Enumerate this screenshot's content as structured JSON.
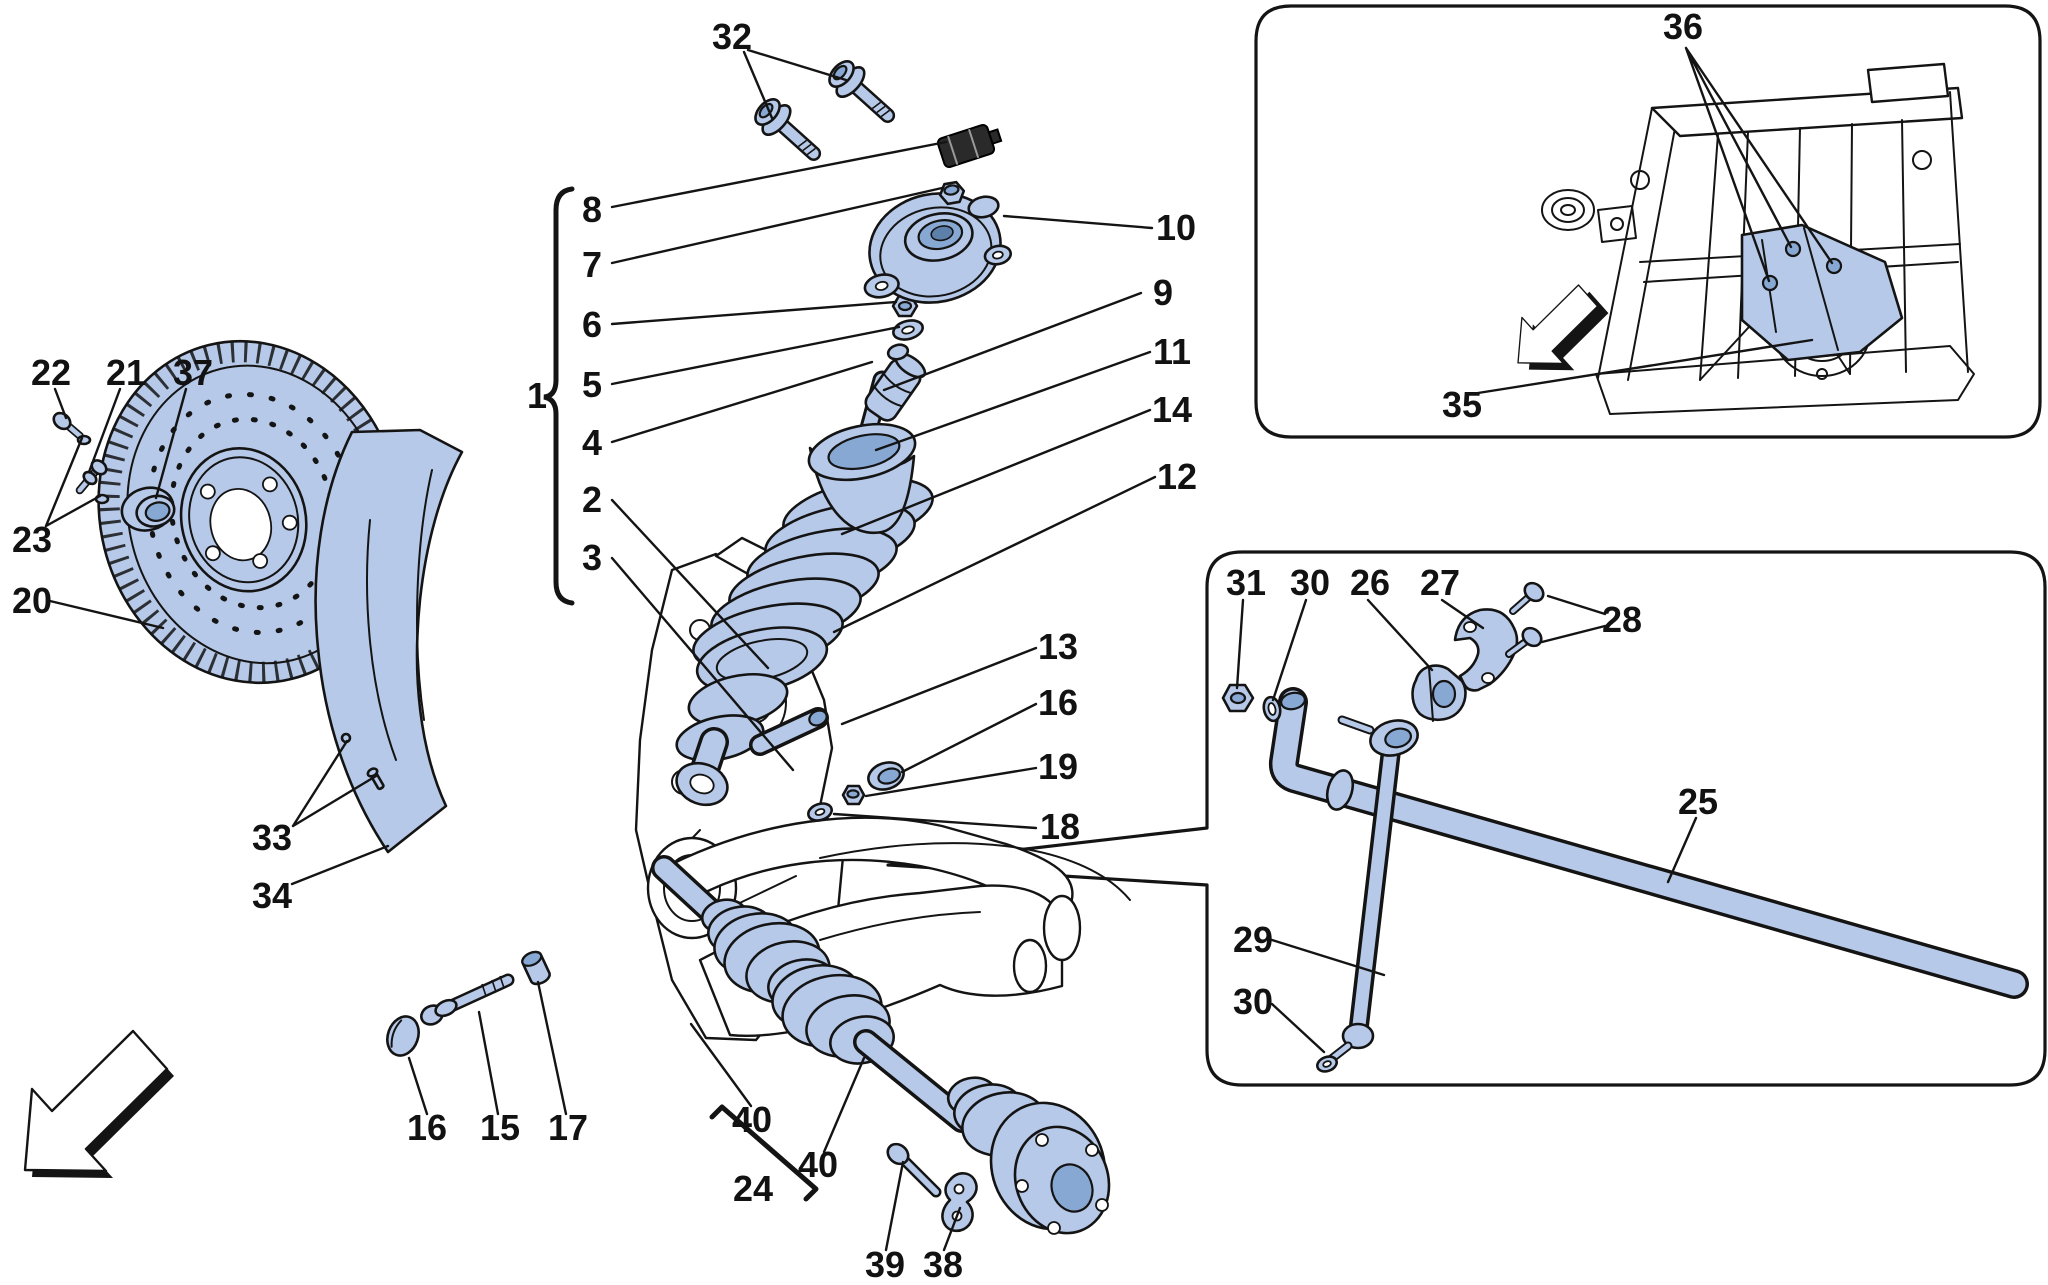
{
  "diagram": {
    "type": "exploded-parts-diagram",
    "subject": "front suspension, shock absorber, brake disc and anti-roll bar",
    "colors": {
      "part_fill": "#b7c9e8",
      "part_shadow": "#88a8d4",
      "outline": "#141414",
      "background": "#ffffff"
    },
    "icons": {
      "main_direction_arrow": "direction-arrow",
      "inset_direction_arrow": "direction-arrow"
    },
    "labels": {
      "n1": "1",
      "n2": "2",
      "n3": "3",
      "n4": "4",
      "n5": "5",
      "n6": "6",
      "n7": "7",
      "n8": "8",
      "n9": "9",
      "n10": "10",
      "n11": "11",
      "n12": "12",
      "n13": "13",
      "n14": "14",
      "n15": "15",
      "n16a": "16",
      "n16b": "16",
      "n17": "17",
      "n18": "18",
      "n19": "19",
      "n20": "20",
      "n21": "21",
      "n22": "22",
      "n23": "23",
      "n24": "24",
      "n25": "25",
      "n26": "26",
      "n27": "27",
      "n28": "28",
      "n29": "29",
      "n30a": "30",
      "n30b": "30",
      "n31": "31",
      "n32": "32",
      "n33": "33",
      "n34": "34",
      "n35": "35",
      "n36": "36",
      "n37": "37",
      "n38": "38",
      "n39": "39",
      "n40a": "40",
      "n40b": "40"
    }
  }
}
